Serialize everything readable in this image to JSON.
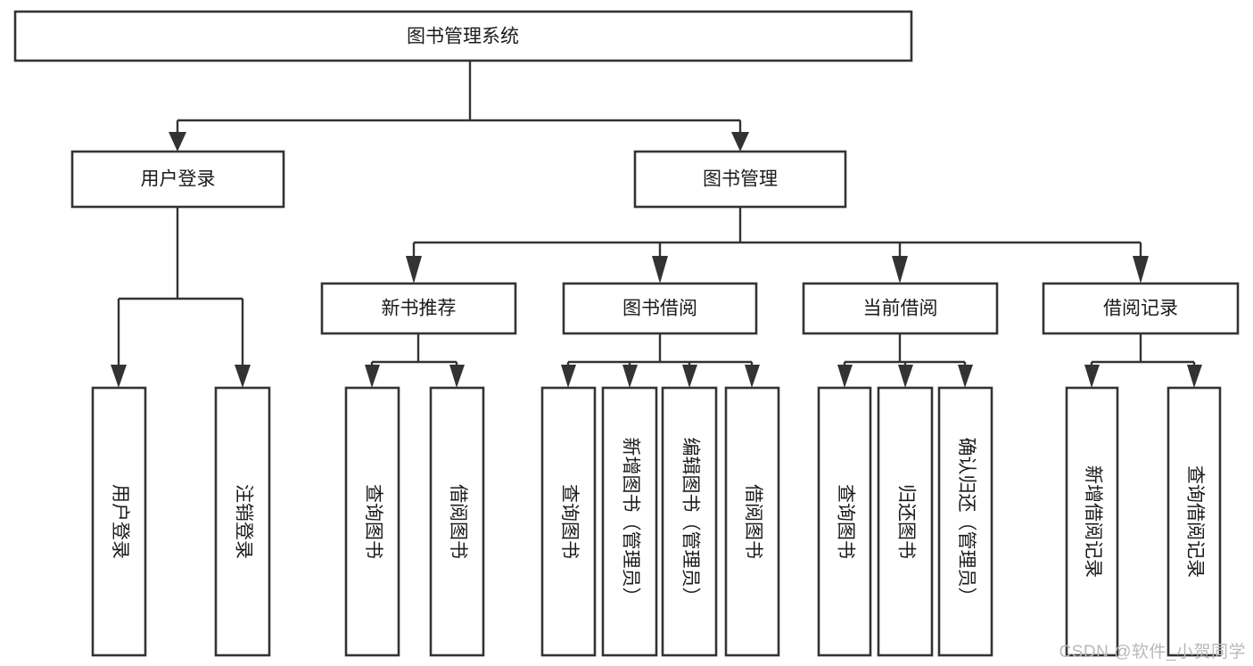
{
  "diagram": {
    "type": "tree",
    "title": "图书管理系统",
    "orientation": "top-down",
    "watermark": "CSDN @软件_小贺同学",
    "colors": {
      "box_stroke": "#333333",
      "box_fill": "#ffffff",
      "connector": "#333333",
      "text": "#1b1b1b",
      "background": "#ffffff",
      "watermark": "#b9b9b9"
    },
    "nodes": {
      "root": {
        "label": "图书管理系统"
      },
      "level2": [
        {
          "label": "用户登录"
        },
        {
          "label": "图书管理"
        }
      ],
      "level3": [
        {
          "label": "新书推荐"
        },
        {
          "label": "图书借阅"
        },
        {
          "label": "当前借阅"
        },
        {
          "label": "借阅记录"
        }
      ],
      "leaves": {
        "user_login": [
          {
            "label": "用户登录"
          },
          {
            "label": "注销登录"
          }
        ],
        "new_book_recommend": [
          {
            "label": "查询图书"
          },
          {
            "label": "借阅图书"
          }
        ],
        "book_borrow": [
          {
            "label": "查询图书"
          },
          {
            "label": "新增图书（管理员）"
          },
          {
            "label": "编辑图书（管理员）"
          },
          {
            "label": "借阅图书"
          }
        ],
        "current_borrow": [
          {
            "label": "查询图书"
          },
          {
            "label": "归还图书"
          },
          {
            "label": "确认归还（管理员）"
          }
        ],
        "borrow_record": [
          {
            "label": "新增借阅记录"
          },
          {
            "label": "查询借阅记录"
          }
        ]
      }
    }
  }
}
